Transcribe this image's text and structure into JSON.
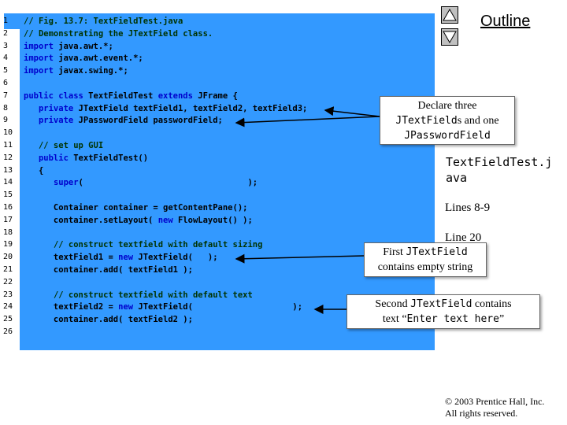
{
  "outline": {
    "title": "Outline"
  },
  "nav": {
    "up_icon": "triangle-up-icon",
    "down_icon": "triangle-down-icon"
  },
  "code": {
    "lines": [
      {
        "n": "1",
        "parts": [
          {
            "c": "cmt",
            "t": "// Fig. 13.7: TextFieldTest.java"
          }
        ]
      },
      {
        "n": "2",
        "parts": [
          {
            "c": "cmt",
            "t": "// Demonstrating the JTextField class."
          }
        ]
      },
      {
        "n": "3",
        "parts": [
          {
            "c": "kw",
            "t": "import"
          },
          {
            "c": "txt",
            "t": " java.awt.*;"
          }
        ]
      },
      {
        "n": "4",
        "parts": [
          {
            "c": "kw",
            "t": "import"
          },
          {
            "c": "txt",
            "t": " java.awt.event.*;"
          }
        ]
      },
      {
        "n": "5",
        "parts": [
          {
            "c": "kw",
            "t": "import"
          },
          {
            "c": "txt",
            "t": " javax.swing.*;"
          }
        ]
      },
      {
        "n": "6",
        "parts": []
      },
      {
        "n": "7",
        "parts": [
          {
            "c": "kw",
            "t": "public class"
          },
          {
            "c": "txt",
            "t": " TextFieldTest "
          },
          {
            "c": "kw",
            "t": "extends"
          },
          {
            "c": "txt",
            "t": " JFrame {"
          }
        ]
      },
      {
        "n": "8",
        "parts": [
          {
            "c": "txt",
            "t": "   "
          },
          {
            "c": "kw",
            "t": "private"
          },
          {
            "c": "txt",
            "t": " JTextField textField1, textField2, textField3;"
          }
        ]
      },
      {
        "n": "9",
        "parts": [
          {
            "c": "txt",
            "t": "   "
          },
          {
            "c": "kw",
            "t": "private"
          },
          {
            "c": "txt",
            "t": " JPasswordField passwordField;"
          }
        ]
      },
      {
        "n": "10",
        "parts": []
      },
      {
        "n": "11",
        "parts": [
          {
            "c": "txt",
            "t": "   "
          },
          {
            "c": "cmt",
            "t": "// set up GUI"
          }
        ]
      },
      {
        "n": "12",
        "parts": [
          {
            "c": "txt",
            "t": "   "
          },
          {
            "c": "kw",
            "t": "public"
          },
          {
            "c": "txt",
            "t": " TextFieldTest()"
          }
        ]
      },
      {
        "n": "13",
        "parts": [
          {
            "c": "txt",
            "t": "   {"
          }
        ]
      },
      {
        "n": "14",
        "parts": [
          {
            "c": "txt",
            "t": "      "
          },
          {
            "c": "kw",
            "t": "super"
          },
          {
            "c": "txt",
            "t": "(                                 );"
          }
        ]
      },
      {
        "n": "15",
        "parts": []
      },
      {
        "n": "16",
        "parts": [
          {
            "c": "txt",
            "t": "      Container container = getContentPane();"
          }
        ]
      },
      {
        "n": "17",
        "parts": [
          {
            "c": "txt",
            "t": "      container.setLayout( "
          },
          {
            "c": "kw",
            "t": "new"
          },
          {
            "c": "txt",
            "t": " FlowLayout() );"
          }
        ]
      },
      {
        "n": "18",
        "parts": []
      },
      {
        "n": "19",
        "parts": [
          {
            "c": "txt",
            "t": "      "
          },
          {
            "c": "cmt",
            "t": "// construct textfield with default sizing"
          }
        ]
      },
      {
        "n": "20",
        "parts": [
          {
            "c": "txt",
            "t": "      textField1 = "
          },
          {
            "c": "kw",
            "t": "new"
          },
          {
            "c": "txt",
            "t": " JTextField(   );"
          }
        ]
      },
      {
        "n": "21",
        "parts": [
          {
            "c": "txt",
            "t": "      container.add( textField1 );"
          }
        ]
      },
      {
        "n": "22",
        "parts": []
      },
      {
        "n": "23",
        "parts": [
          {
            "c": "txt",
            "t": "      "
          },
          {
            "c": "cmt",
            "t": "// construct textfield with default text"
          }
        ]
      },
      {
        "n": "24",
        "parts": [
          {
            "c": "txt",
            "t": "      textField2 = "
          },
          {
            "c": "kw",
            "t": "new"
          },
          {
            "c": "txt",
            "t": " JTextField(                    );"
          }
        ]
      },
      {
        "n": "25",
        "parts": [
          {
            "c": "txt",
            "t": "      container.add( textField2 );"
          }
        ]
      },
      {
        "n": "26",
        "parts": []
      }
    ]
  },
  "callouts": {
    "declare": {
      "a": "Declare three",
      "b": "JTextField",
      "c": "s and one",
      "d": "JPasswordField"
    },
    "first": {
      "a": "First ",
      "b": "JTextField",
      "c": "contains empty string"
    },
    "second": {
      "a": "Second ",
      "b": "JTextField",
      "c": " contains",
      "d": "text “",
      "e": "Enter text here",
      "f": "”"
    }
  },
  "side": {
    "filename_a": "TextFieldTest.j",
    "filename_b": "ava",
    "lines89": "Lines 8-9",
    "line20": "Line 20"
  },
  "footer": {
    "copyright": "© 2003 Prentice Hall, Inc.",
    "rights": "All rights reserved."
  }
}
